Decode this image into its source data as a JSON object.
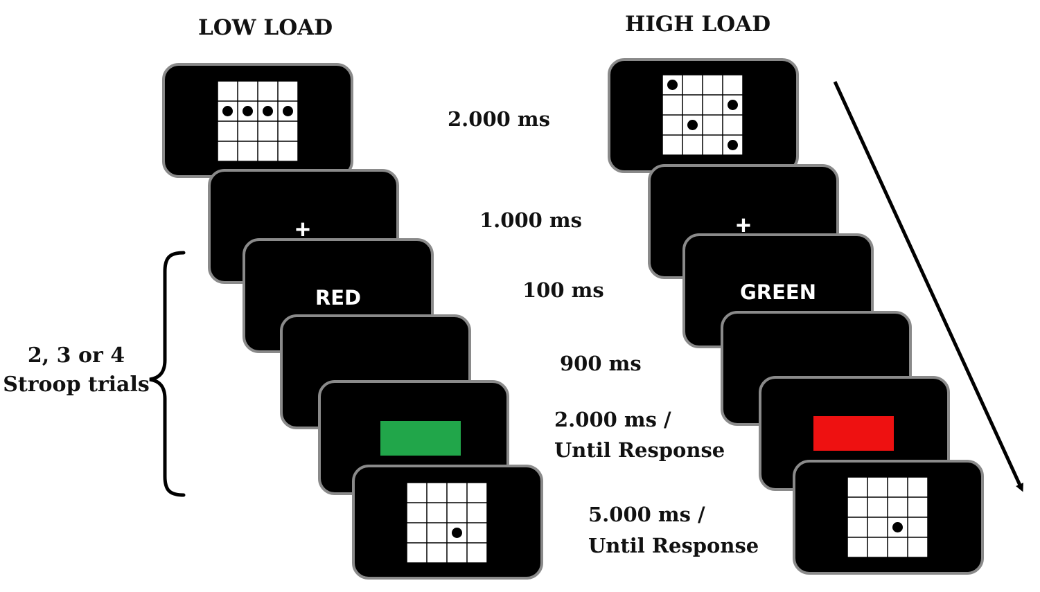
{
  "headings": {
    "low_load": "LOW LOAD",
    "high_load": "HIGH LOAD"
  },
  "timings": {
    "t1": "2.000 ms",
    "t2": "1.000 ms",
    "t3": "100 ms",
    "t4": "900 ms",
    "t5_line1": "2.000 ms /",
    "t5_line2": "Until Response",
    "t6_line1": "5.000 ms /",
    "t6_line2": "Until Response"
  },
  "bracket_label": {
    "line1": "2, 3 or 4",
    "line2": "Stroop trials"
  },
  "screens": {
    "fixation_symbol": "+",
    "low_word": "RED",
    "high_word": "GREEN"
  },
  "colors": {
    "screen_fill": "#000000",
    "screen_border": "#8a8a8a",
    "green_patch": "#21a64a",
    "red_patch": "#ee1111",
    "grid_line": "#000000",
    "grid_fill": "#ffffff"
  },
  "memory_grids": {
    "low_encoding_dots": [
      [
        1,
        0
      ],
      [
        1,
        1
      ],
      [
        1,
        2
      ],
      [
        1,
        3
      ]
    ],
    "high_encoding_dots": [
      [
        0,
        0
      ],
      [
        1,
        3
      ],
      [
        2,
        1
      ],
      [
        3,
        3
      ]
    ],
    "probe_dots": [
      [
        2,
        2
      ]
    ]
  }
}
